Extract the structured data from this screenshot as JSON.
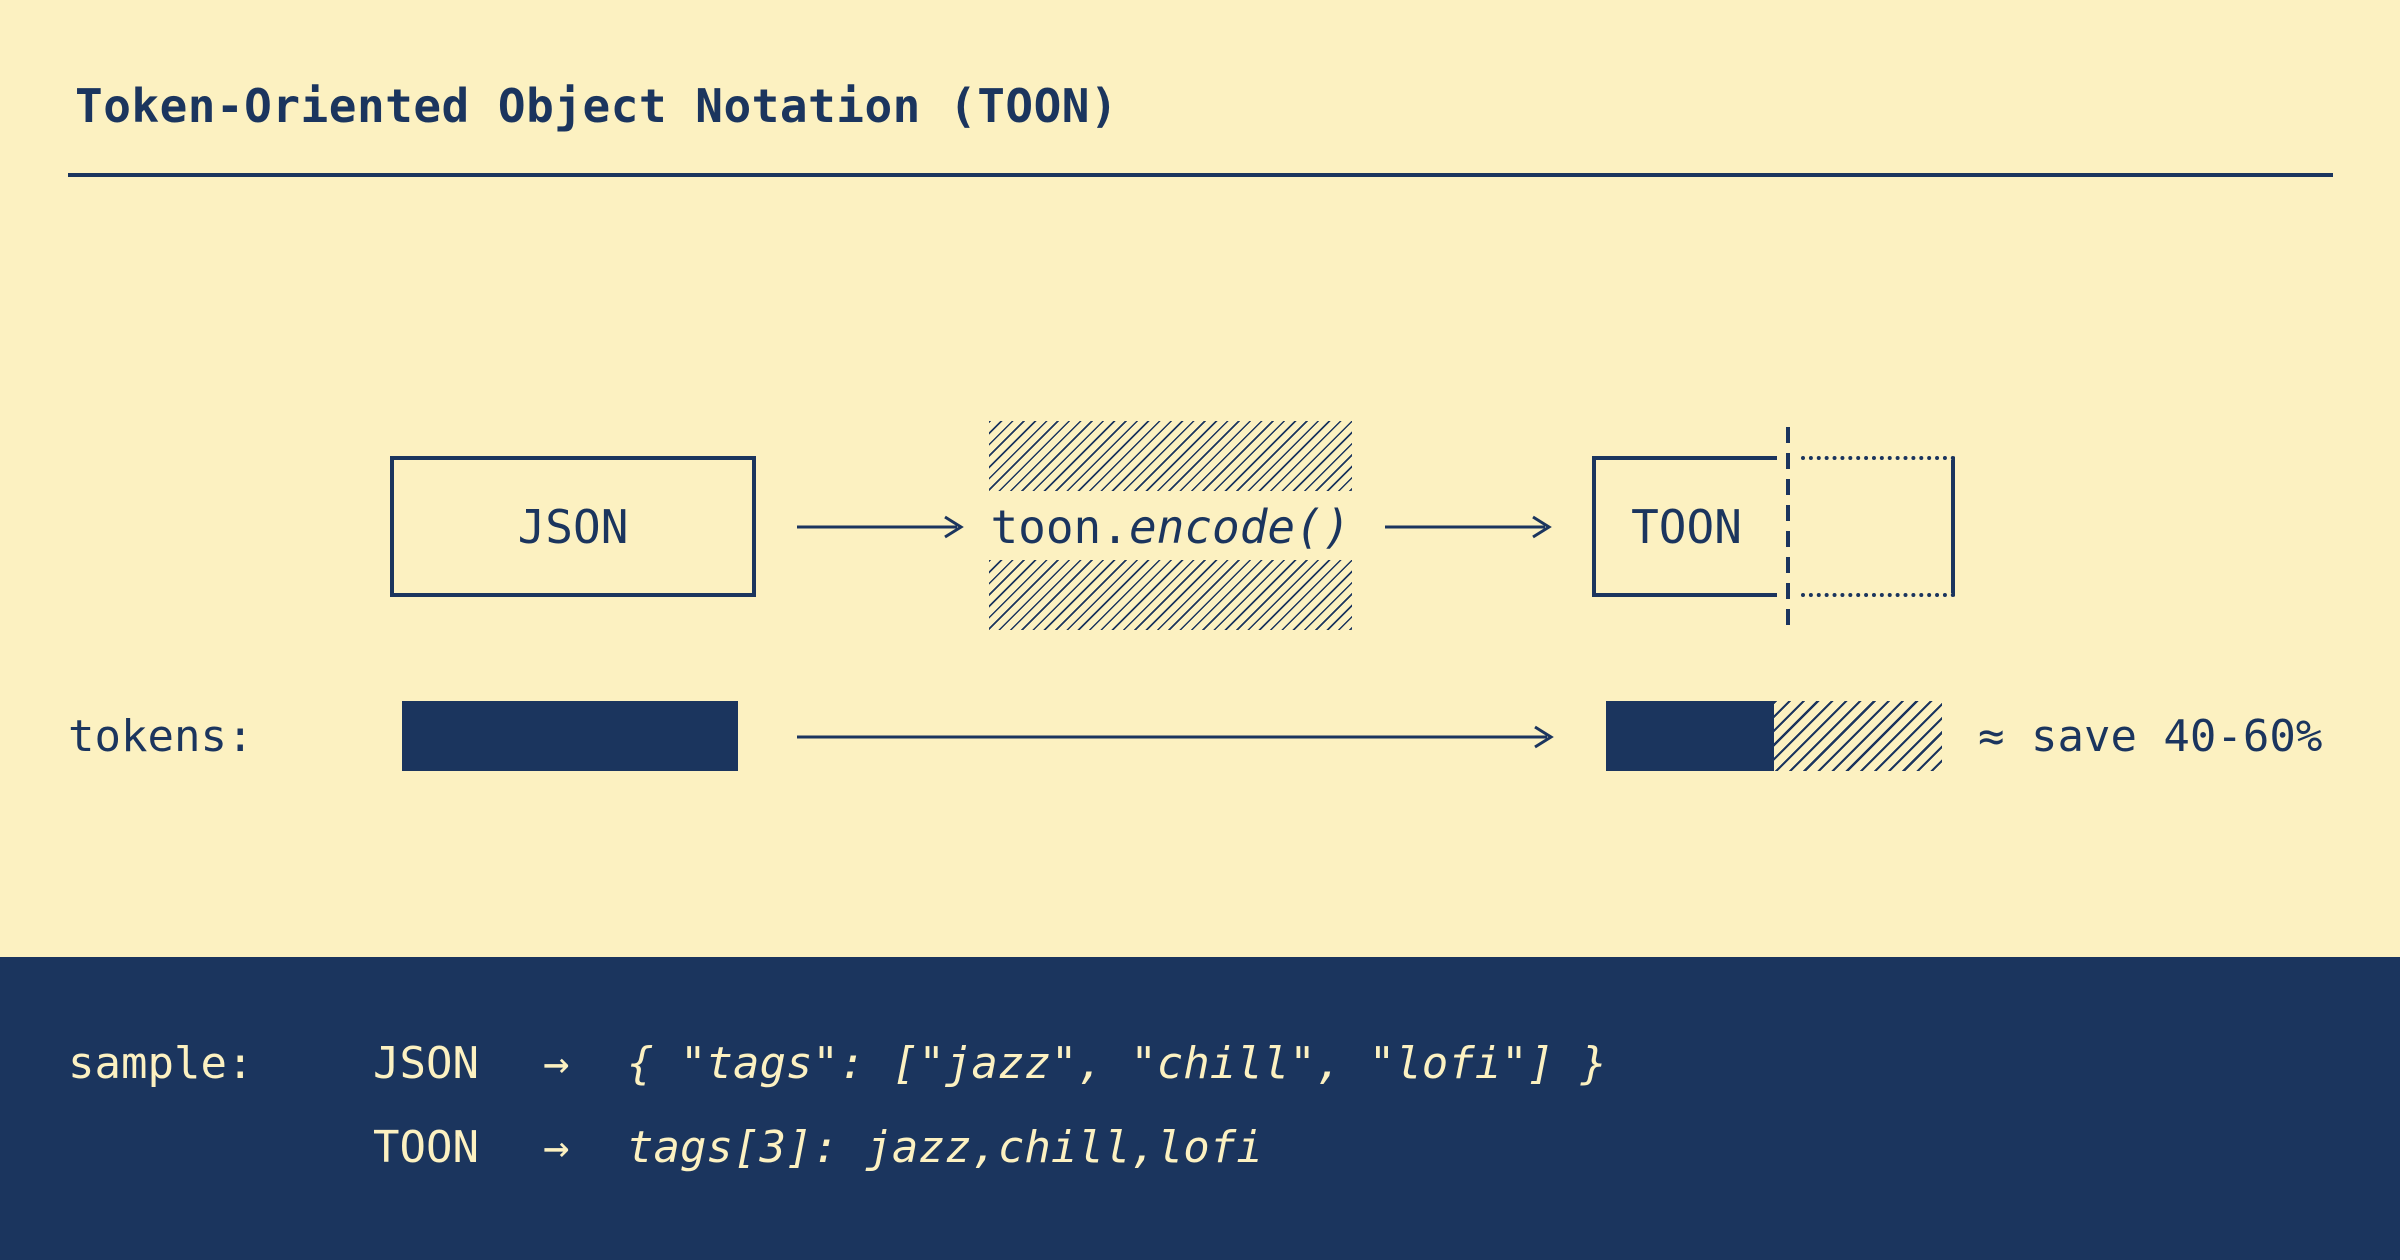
{
  "colors": {
    "cream": "#FCF1C1",
    "navy": "#1B355E"
  },
  "header": {
    "title": "Token-Oriented Object Notation (TOON)"
  },
  "flow": {
    "input_label": "JSON",
    "encode_prefix": "toon.",
    "encode_call": "encode()",
    "output_label": "TOON"
  },
  "tokens": {
    "label": "tokens:",
    "note": "≈ save 40-60%"
  },
  "sample": {
    "label": "sample:",
    "rows": [
      {
        "format": "JSON",
        "arrow": "→",
        "code": "{ \"tags\": [\"jazz\", \"chill\", \"lofi\"] }"
      },
      {
        "format": "TOON",
        "arrow": "→",
        "code": "tags[3]: jazz,chill,lofi"
      }
    ]
  }
}
